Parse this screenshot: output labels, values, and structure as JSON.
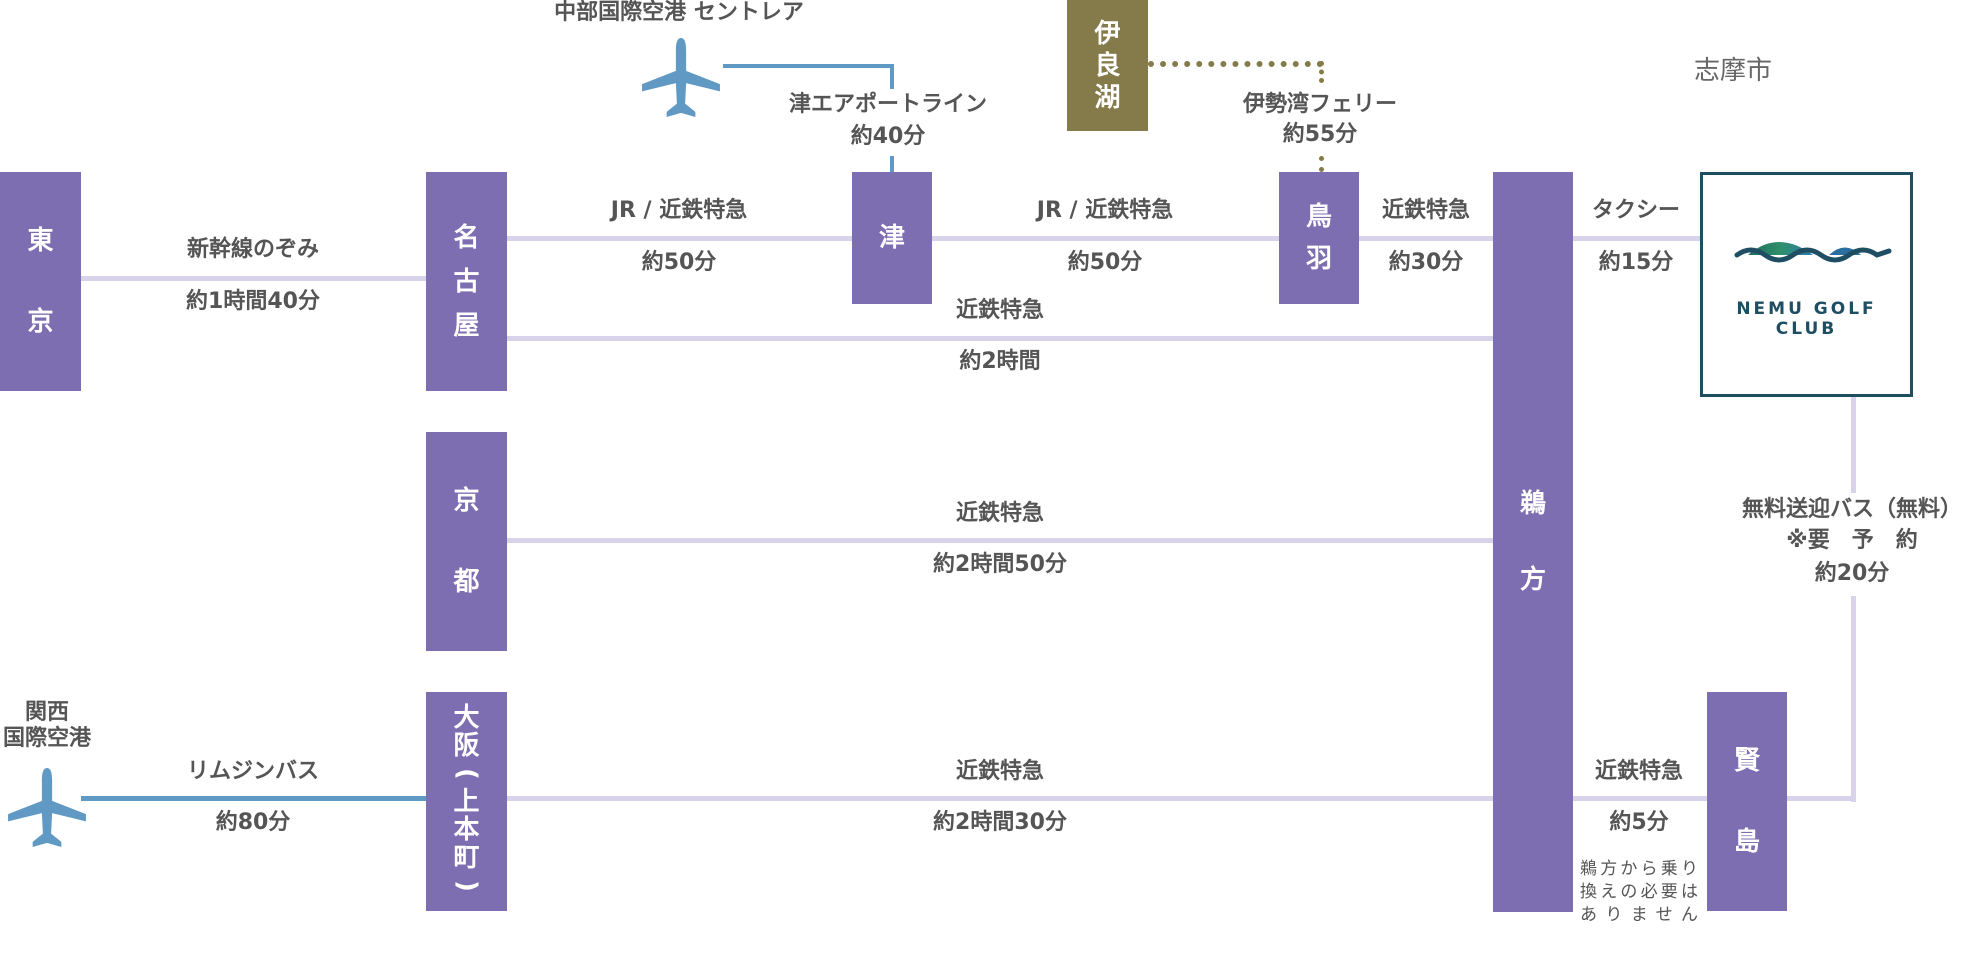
{
  "stations": {
    "tokyo": [
      "東",
      "京"
    ],
    "nagoya": [
      "名",
      "古",
      "屋"
    ],
    "kyoto": [
      "京",
      "都"
    ],
    "osaka": [
      "大",
      "阪",
      "(",
      "上",
      "本",
      "町",
      ")"
    ],
    "tsu": [
      "津"
    ],
    "toba": [
      "鳥",
      "羽"
    ],
    "irako": [
      "伊",
      "良",
      "湖"
    ],
    "ugata": [
      "鵜",
      "方"
    ],
    "kashikojima": [
      "賢",
      "島"
    ]
  },
  "airports": {
    "centrair": "中部国際空港 セントレア",
    "kansai": "関西\n国際空港"
  },
  "city_label": "志摩市",
  "routes": {
    "tokyo_nagoya": {
      "name": "新幹線のぞみ",
      "time": "約1時間40分"
    },
    "nagoya_tsu": {
      "name": "JR / 近鉄特急",
      "time": "約50分"
    },
    "tsu_toba": {
      "name": "JR / 近鉄特急",
      "time": "約50分"
    },
    "toba_ugata": {
      "name": "近鉄特急",
      "time": "約30分"
    },
    "ugata_golf": {
      "name": "タクシー",
      "time": "約15分"
    },
    "nagoya_ugata": {
      "name": "近鉄特急",
      "time": "約2時間"
    },
    "kyoto_ugata": {
      "name": "近鉄特急",
      "time": "約2時間50分"
    },
    "osaka_ugata": {
      "name": "近鉄特急",
      "time": "約2時間30分"
    },
    "kansai_osaka": {
      "name": "リムジンバス",
      "time": "約80分"
    },
    "ugata_kashikojima": {
      "name": "近鉄特急",
      "time": "約5分",
      "note": "鵜方から乗り換えの必要はありません"
    },
    "tsu_airport": {
      "name": "津エアポートライン",
      "time": "約40分"
    },
    "irako_toba": {
      "name": "伊勢湾フェリー",
      "time": "約55分"
    },
    "shuttle": {
      "name": "無料送迎バス（無料）",
      "note": "※要　予　約",
      "time": "約20分"
    }
  },
  "logo": {
    "text": "NEMU GOLF CLUB"
  },
  "colors": {
    "station": "#7d6db1",
    "irako": "#857b4a",
    "rail_line": "#d8d3ea",
    "air_line": "#6199c5",
    "logo": "#1f4e63"
  },
  "icons": {
    "airplane": "airplane-icon"
  }
}
